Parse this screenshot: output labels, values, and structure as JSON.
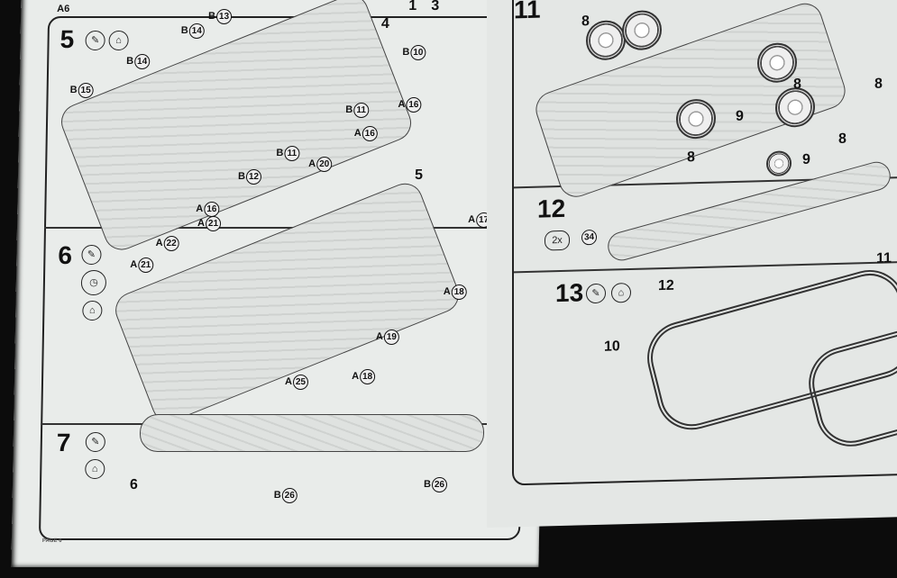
{
  "left_page": {
    "footer": "PAGE 6",
    "top_strip": {
      "labels": [
        "A6",
        "1",
        "3"
      ]
    },
    "step5": {
      "number": "5",
      "labels": [
        {
          "prefix": "B",
          "num": "13"
        },
        {
          "prefix": "B",
          "num": "14"
        },
        {
          "prefix": "B",
          "num": "14"
        },
        {
          "prefix": "B",
          "num": "15"
        },
        {
          "prefix": "B",
          "num": "10"
        },
        {
          "prefix": "B",
          "num": "11"
        },
        {
          "prefix": "A",
          "num": "16"
        },
        {
          "prefix": "A",
          "num": "16"
        },
        {
          "prefix": "B",
          "num": "11"
        },
        {
          "prefix": "B",
          "num": "12"
        },
        {
          "prefix": "A",
          "num": "16"
        }
      ],
      "assembly": "4"
    },
    "step6": {
      "number": "6",
      "labels": [
        {
          "prefix": "A",
          "num": "20"
        },
        {
          "prefix": "A",
          "num": "21"
        },
        {
          "prefix": "A",
          "num": "22"
        },
        {
          "prefix": "A",
          "num": "21"
        },
        {
          "prefix": "A",
          "num": "17"
        },
        {
          "prefix": "A",
          "num": "18"
        },
        {
          "prefix": "A",
          "num": "19"
        },
        {
          "prefix": "A",
          "num": "25"
        },
        {
          "prefix": "A",
          "num": "18"
        }
      ],
      "assembly": "5"
    },
    "step7": {
      "number": "7",
      "labels": [
        {
          "prefix": "B",
          "num": "26"
        },
        {
          "prefix": "B",
          "num": "26"
        }
      ],
      "assembly": "6"
    }
  },
  "right_page": {
    "step11": {
      "number": "11",
      "labels": [
        "8",
        "8",
        "8",
        "8",
        "9",
        "8",
        "9"
      ]
    },
    "step12": {
      "number": "12",
      "quantity": "2x",
      "part": "34"
    },
    "step13": {
      "number": "13",
      "labels": [
        "12",
        "10",
        "11"
      ]
    }
  }
}
